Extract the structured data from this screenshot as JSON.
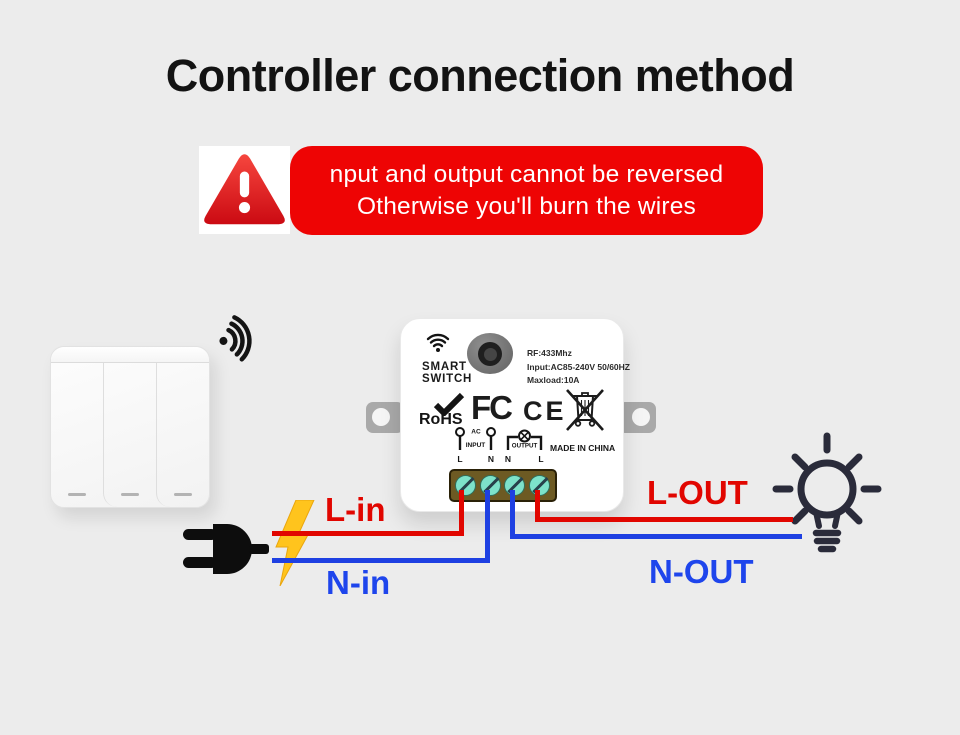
{
  "title": "Controller connection method",
  "warning": {
    "line1": "nput and output cannot be reversed",
    "line2": "Otherwise you'll burn the wires"
  },
  "device": {
    "brand": {
      "line1": "SMART",
      "line2": "SWITCH"
    },
    "specs": {
      "rf": "RF:433Mhz",
      "input": "Input:AC85-240V 50/60HZ",
      "maxload": "Maxload:10A"
    },
    "rohs_label": "RoHS",
    "fcc_label": "FC",
    "ce_label": "CE",
    "made_in": "MADE IN CHINA",
    "schematic": {
      "ac": "AC",
      "input": "INPUT",
      "output": "OUTPUT",
      "t1": "L",
      "t2": "N",
      "t3": "N",
      "t4": "L"
    }
  },
  "wiring_labels": {
    "l_in": "L-in",
    "n_in": "N-in",
    "l_out": "L-OUT",
    "n_out": "N-OUT"
  },
  "colors": {
    "background": "#ececec",
    "banner_red": "#ee0404",
    "live_wire_red": "#e10600",
    "neutral_wire_blue": "#1e40e2",
    "bolt_yellow": "#ffc41d",
    "terminal_block": "#6d5a23",
    "terminal_screw": "#7de2ca",
    "bulb_outline": "#2a2b3a"
  },
  "icons": {
    "warning-triangle-icon": "red rounded triangle with white exclamation",
    "rf-signal-icon": "dot with three radiating arcs",
    "wifi-icon": "dot with three wifi arcs",
    "checkmark-icon": "bold check mark",
    "weee-bin-icon": "crossed-out wheeled bin",
    "lamp-symbol-icon": "circle with X (lamp)",
    "pin-symbol-icon": "circle pin with stem",
    "power-plug-icon": "black two-prong plug silhouette",
    "lightning-bolt-icon": "yellow lightning bolt",
    "light-bulb-icon": "dark bulb with rays"
  }
}
